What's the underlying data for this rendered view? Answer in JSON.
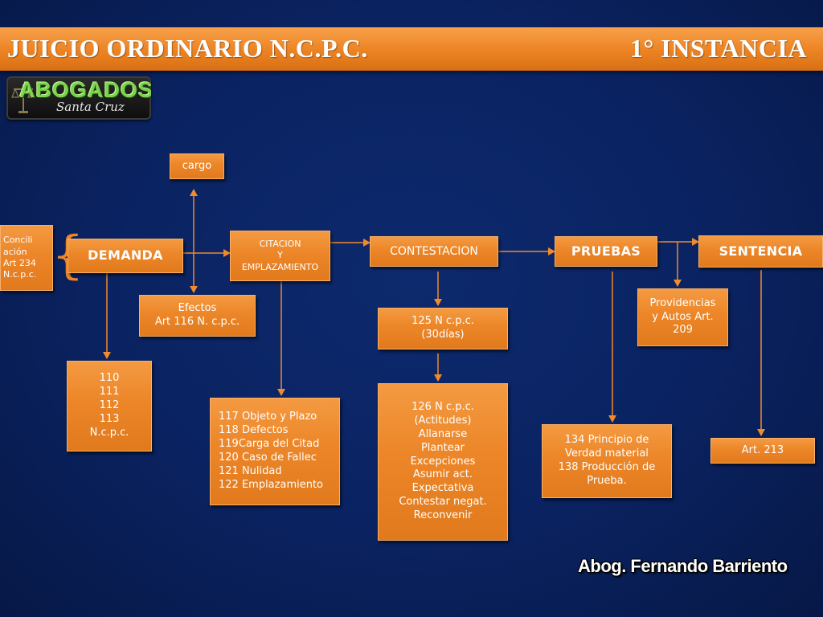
{
  "header": {
    "title": "JUICIO ORDINARIO N.C.P.C.",
    "instance": "1° INSTANCIA"
  },
  "logo": {
    "main": "ABOGADOS",
    "sub": "Santa Cruz"
  },
  "nodes": {
    "cargo": "cargo",
    "conciliacion": "Concili\nación\nArt 234\nN.c.p.c.",
    "demanda": "DEMANDA",
    "citacion": "CITACION\nY\nEMPLAZAMIENTO",
    "contestacion": "CONTESTACION",
    "pruebas": "PRUEBAS",
    "sentencia": "SENTENCIA",
    "efectos": "Efectos\nArt 116 N. c.p.c.",
    "articulos_demanda": "110\n111\n112\n113\nN.c.p.c.",
    "articulos_citacion": "117 Objeto y Plazo\n118 Defectos\n119Carga del Citad\n120 Caso de Fallec\n121 Nulidad\n122 Emplazamiento",
    "plazo_contestacion": "125 N c.p.c.\n(30días)",
    "actitudes": "126 N c.p.c.\n(Actitudes)\nAllanarse\nPlantear\nExcepciones\nAsumir act.\nExpectativa\nContestar negat.\nReconvenir",
    "providencias": "Providencias\ny Autos Art.\n209",
    "principio_verdad": "134 Principio de\nVerdad material\n138 Producción de\nPrueba.",
    "art_213": "Art. 213"
  },
  "author": "Abog. Fernando Barriento",
  "colors": {
    "background": "#0a2260",
    "box": "#ec8628",
    "line": "#f08a2c",
    "text": "#ffffff"
  }
}
